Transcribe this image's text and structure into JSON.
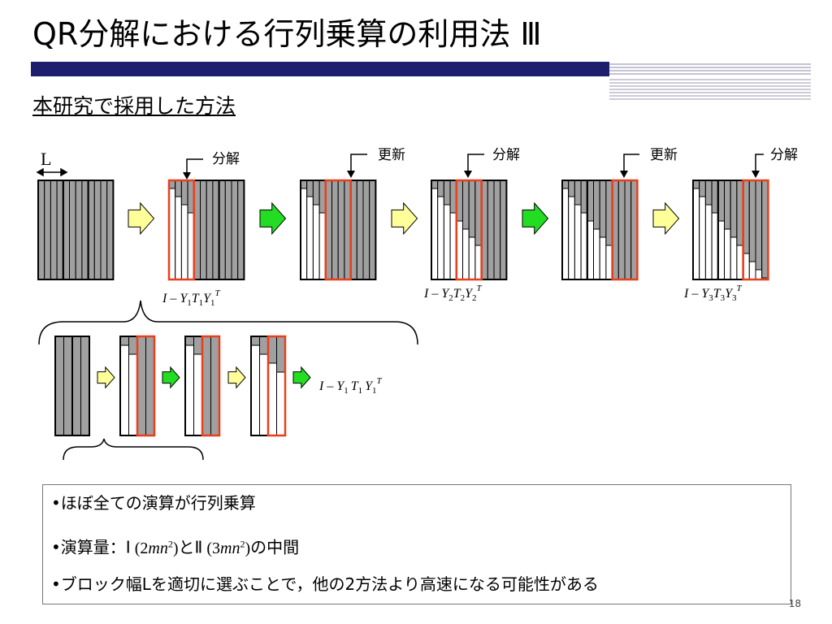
{
  "title": "QR分解における行列乗算の利用法 Ⅲ",
  "subtitle": "本研究で採用した方法",
  "diagram": {
    "block_width_label": "L",
    "decompose_label": "分解",
    "update_label": "更新",
    "formula_1": {
      "lead": "I",
      "minus": "–",
      "y": "Y",
      "t": "T",
      "sub": "1",
      "sup": "T"
    },
    "formula_2": {
      "lead": "I",
      "minus": "–",
      "y": "Y",
      "t": "T",
      "sub": "2",
      "sup": "T"
    },
    "formula_3": {
      "lead": "I",
      "minus": "–",
      "y": "Y",
      "t": "T",
      "sub": "3",
      "sup": "T"
    },
    "formula_inner": {
      "lead": "I",
      "minus": "–",
      "y": "Y",
      "t": "T",
      "sub": "1",
      "sup": "T"
    },
    "colors": {
      "column_gray": "#a0a0a0",
      "highlight": "#e8401c",
      "decompose_arrow": "#ffff99",
      "update_arrow": "#22dd22"
    }
  },
  "notes": {
    "item1": "•ほぼ全ての演算が行列乗算",
    "item2": {
      "prefix": "•演算量：Ⅰ",
      "open1": "(2",
      "var1": "mn",
      "exp1": "2",
      "close1": ")",
      "conj": "とⅡ",
      "open2": "(3",
      "var2": "mn",
      "exp2": "2",
      "close2": ")",
      "suffix": "の中間"
    },
    "item3": "•ブロック幅Lを適切に選ぶことで，他の2方法より高速になる可能性がある"
  },
  "page_number": "18"
}
